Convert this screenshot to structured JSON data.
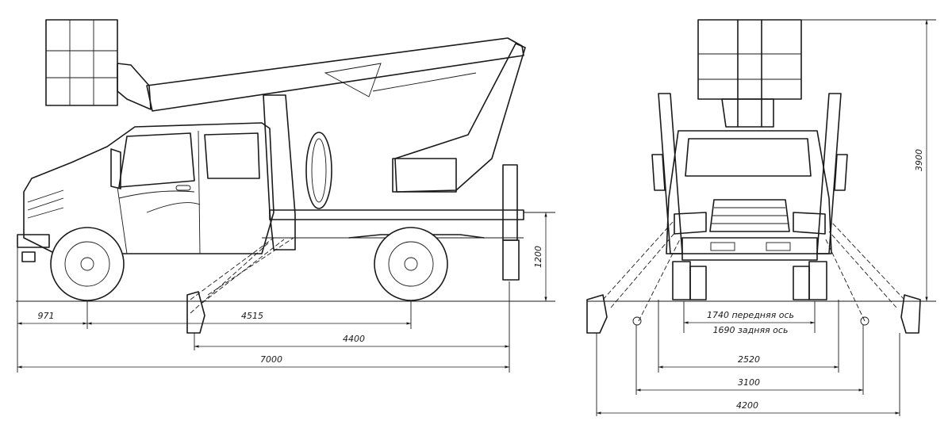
{
  "dimensions": {
    "front_overhang": "971",
    "wheelbase": "4515",
    "outrigger_span_side": "4400",
    "overall_length": "7000",
    "platform_height": "1200",
    "overall_height": "3900",
    "front_track": "1740 передняя ось",
    "rear_track": "1690 задняя ось",
    "body_width": "2520",
    "outrigger_width_1": "3100",
    "outrigger_width_2": "4200"
  }
}
